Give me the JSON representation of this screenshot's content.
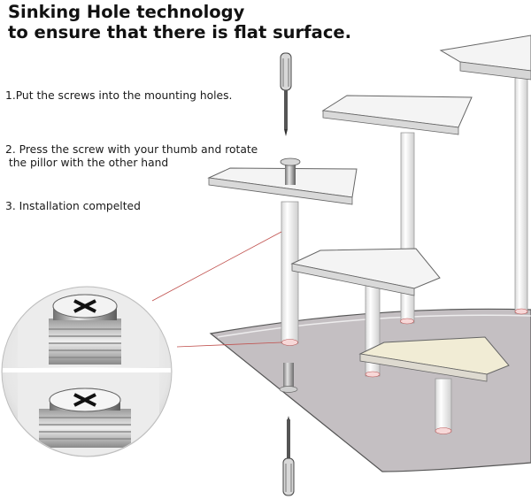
{
  "title": {
    "line1": "Sinking Hole technology",
    "line2": "to ensure that there is flat surface."
  },
  "steps": [
    {
      "line1": "1.Put the screws into the mounting holes.",
      "line2": ""
    },
    {
      "line1": "2. Press the screw with your thumb and rotate",
      "line2": " the pillor with the other hand"
    },
    {
      "line1": "3. Installation compelted",
      "line2": ""
    }
  ],
  "colors": {
    "base_fill": "#c4bfc2",
    "shelf_fill": "#f4f4f4",
    "highlight_shelf": "#f1ecd5",
    "pointer_line": "#c0504d",
    "outline": "#555555"
  },
  "icons": [
    "screwdriver-icon",
    "screw-icon"
  ]
}
